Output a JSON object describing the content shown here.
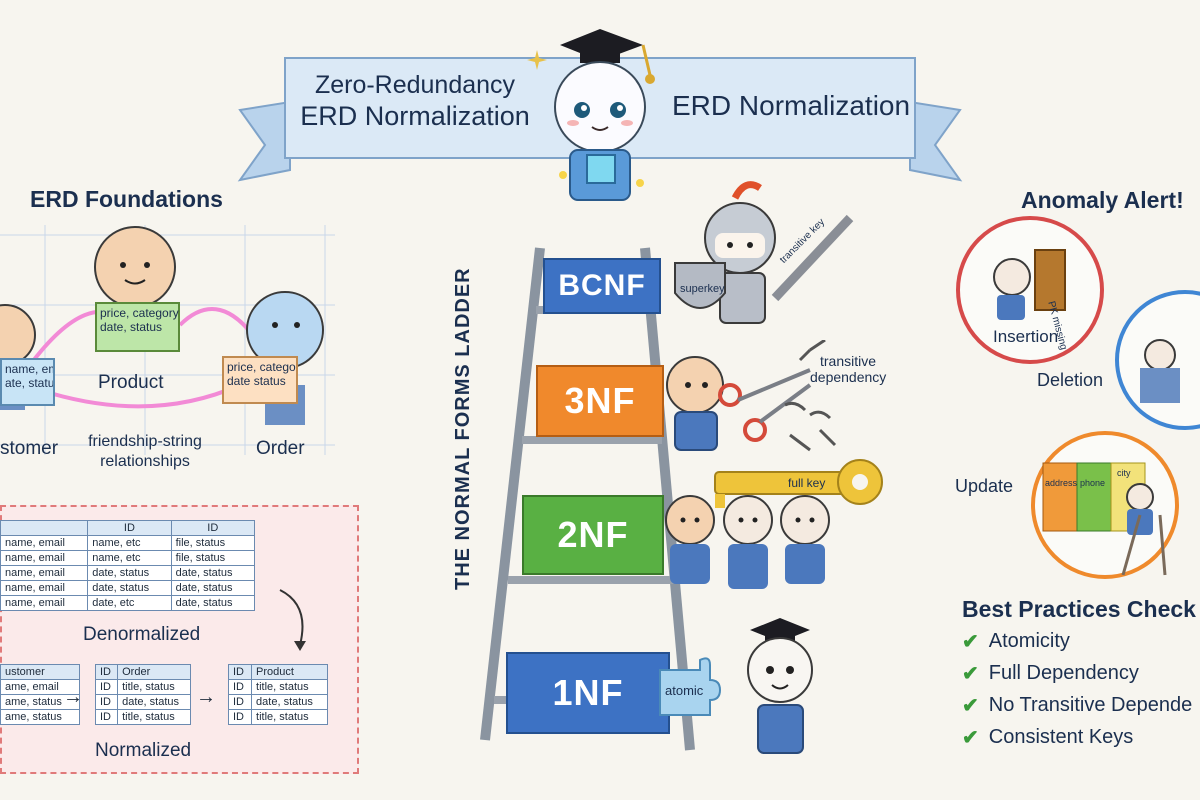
{
  "banner": {
    "left_line1": "Zero-Redundancy",
    "left_line2": "ERD Normalization",
    "right": "ERD Normalization"
  },
  "foundations": {
    "title": "ERD Foundations",
    "center_card": "price, category\ndate, status",
    "left_card": "name, email\nate, status",
    "right_card": "price, categor\ndate status",
    "product_label": "Product",
    "customer_label": "stomer",
    "order_label": "Order",
    "relationship_label_1": "friendship-string",
    "relationship_label_2": "relationships"
  },
  "denorm": {
    "title": "Denormalized",
    "headers": [
      "",
      "ID",
      "ID"
    ],
    "rows": [
      [
        "name, email",
        "name, etc",
        "file, status"
      ],
      [
        "name, email",
        "name, etc",
        "file, status"
      ],
      [
        "name, email",
        "date, status",
        "date, status"
      ],
      [
        "name, email",
        "date, status",
        "date, status"
      ],
      [
        "name, email",
        "date, etc",
        "date, status"
      ]
    ],
    "normalized_title": "Normalized",
    "customer_header": "ustomer",
    "order_header": [
      "ID",
      "Order"
    ],
    "product_header": [
      "ID",
      "Product"
    ],
    "customer_rows": [
      "ame, email",
      "ame, status",
      "ame, status"
    ],
    "order_rows": [
      [
        "ID",
        "title, status"
      ],
      [
        "ID",
        "date, status"
      ],
      [
        "ID",
        "title, status"
      ]
    ],
    "product_rows": [
      [
        "ID",
        "title, status"
      ],
      [
        "ID",
        "date, status"
      ],
      [
        "ID",
        "title, status"
      ]
    ]
  },
  "ladder": {
    "side_title": "THE NORMAL FORMS LADDER",
    "rungs": [
      "BCNF",
      "3NF",
      "2NF",
      "1NF"
    ],
    "colors": {
      "bcnf": "#3d72c4",
      "nf3": "#f0892c",
      "nf2": "#59b043",
      "nf1": "#3d72c4"
    },
    "superkey_label": "superkey",
    "sword_label": "transitive key",
    "transitive_label_1": "transitive",
    "transitive_label_2": "dependency",
    "fullkey_label": "full key",
    "atomic_label": "atomic"
  },
  "anomaly": {
    "title": "Anomaly Alert!",
    "insertion": "Insertion",
    "pk_missing": "PK missing",
    "deletion": "Deletion",
    "update": "Update",
    "update_cols": [
      "address",
      "phone",
      "city"
    ],
    "colors": {
      "insertion": "#d64a4a",
      "deletion": "#3f86d4",
      "update": "#ef8a2c"
    }
  },
  "checklist": {
    "title": "Best Practices Check",
    "items": [
      "Atomicity",
      "Full Dependency",
      "No Transitive Depende",
      "Consistent Keys"
    ]
  }
}
